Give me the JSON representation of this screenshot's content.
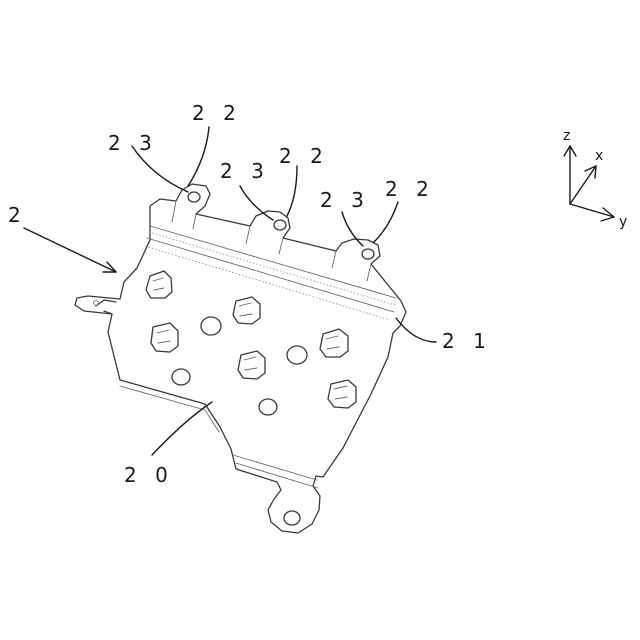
{
  "labels": {
    "assembly": "2",
    "plate": "2 0",
    "flange": "2 1",
    "tab_left": "2 2",
    "tab_mid": "2 2",
    "tab_right": "2 2",
    "hole_left": "2 3",
    "hole_mid": "2 3",
    "hole_right": "2 3"
  },
  "axes": {
    "z": "z",
    "x": "x",
    "y": "y"
  }
}
